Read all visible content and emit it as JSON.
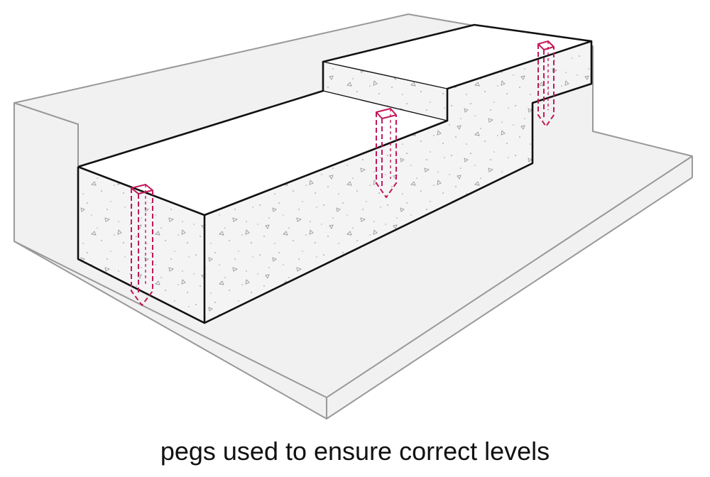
{
  "caption": "pegs used to ensure correct levels",
  "colors": {
    "ground": "#f1f1f1",
    "ground_outline": "#999999",
    "concrete_top": "#ffffff",
    "concrete_face": "#f4f4f4",
    "outline": "#111111",
    "aggregate": "#9a9a9a",
    "peg": "#c2185b"
  },
  "pegs": [
    {
      "name": "peg-front-left"
    },
    {
      "name": "peg-middle"
    },
    {
      "name": "peg-back-right"
    }
  ]
}
